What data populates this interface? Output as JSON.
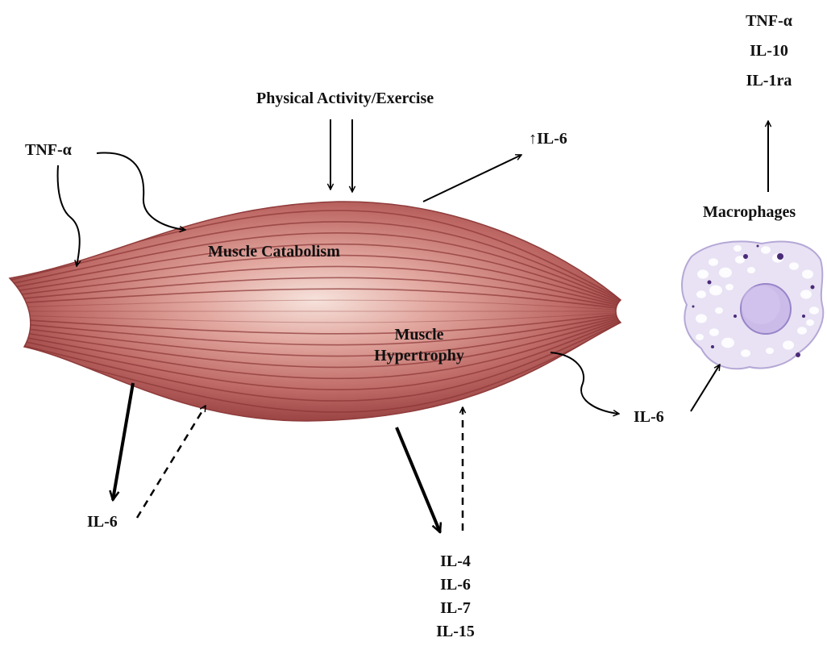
{
  "labels": {
    "exercise": "Physical Activity/Exercise",
    "tnf_left": "TNF-α",
    "il6_top": "IL-6",
    "up_arrow_glyph": "↑",
    "muscle_catabolism": "Muscle Catabolism",
    "muscle_hypertrophy_line1": "Muscle",
    "muscle_hypertrophy_line2": "Hypertrophy",
    "il6_left": "IL-6",
    "il6_right": "IL-6",
    "macrophages": "Macrophages",
    "macrophage_outputs": [
      "TNF-α",
      "IL-10",
      "IL-1ra"
    ],
    "bottom_cytokines": [
      "IL-4",
      "IL-6",
      "IL-7",
      "IL-15"
    ]
  },
  "colors": {
    "text": "#111111",
    "arrow": "#000000",
    "muscle_dark": "#8f3b3b",
    "muscle_mid": "#c06a66",
    "muscle_light": "#f3d9d2",
    "muscle_stripe": "#8a3535",
    "cell_body": "#e6e0f3",
    "cell_edge": "#b8acd6",
    "nucleus": "#c7b7e8",
    "nucleus_edge": "#9a86c8",
    "granule": "#4a2a78"
  }
}
